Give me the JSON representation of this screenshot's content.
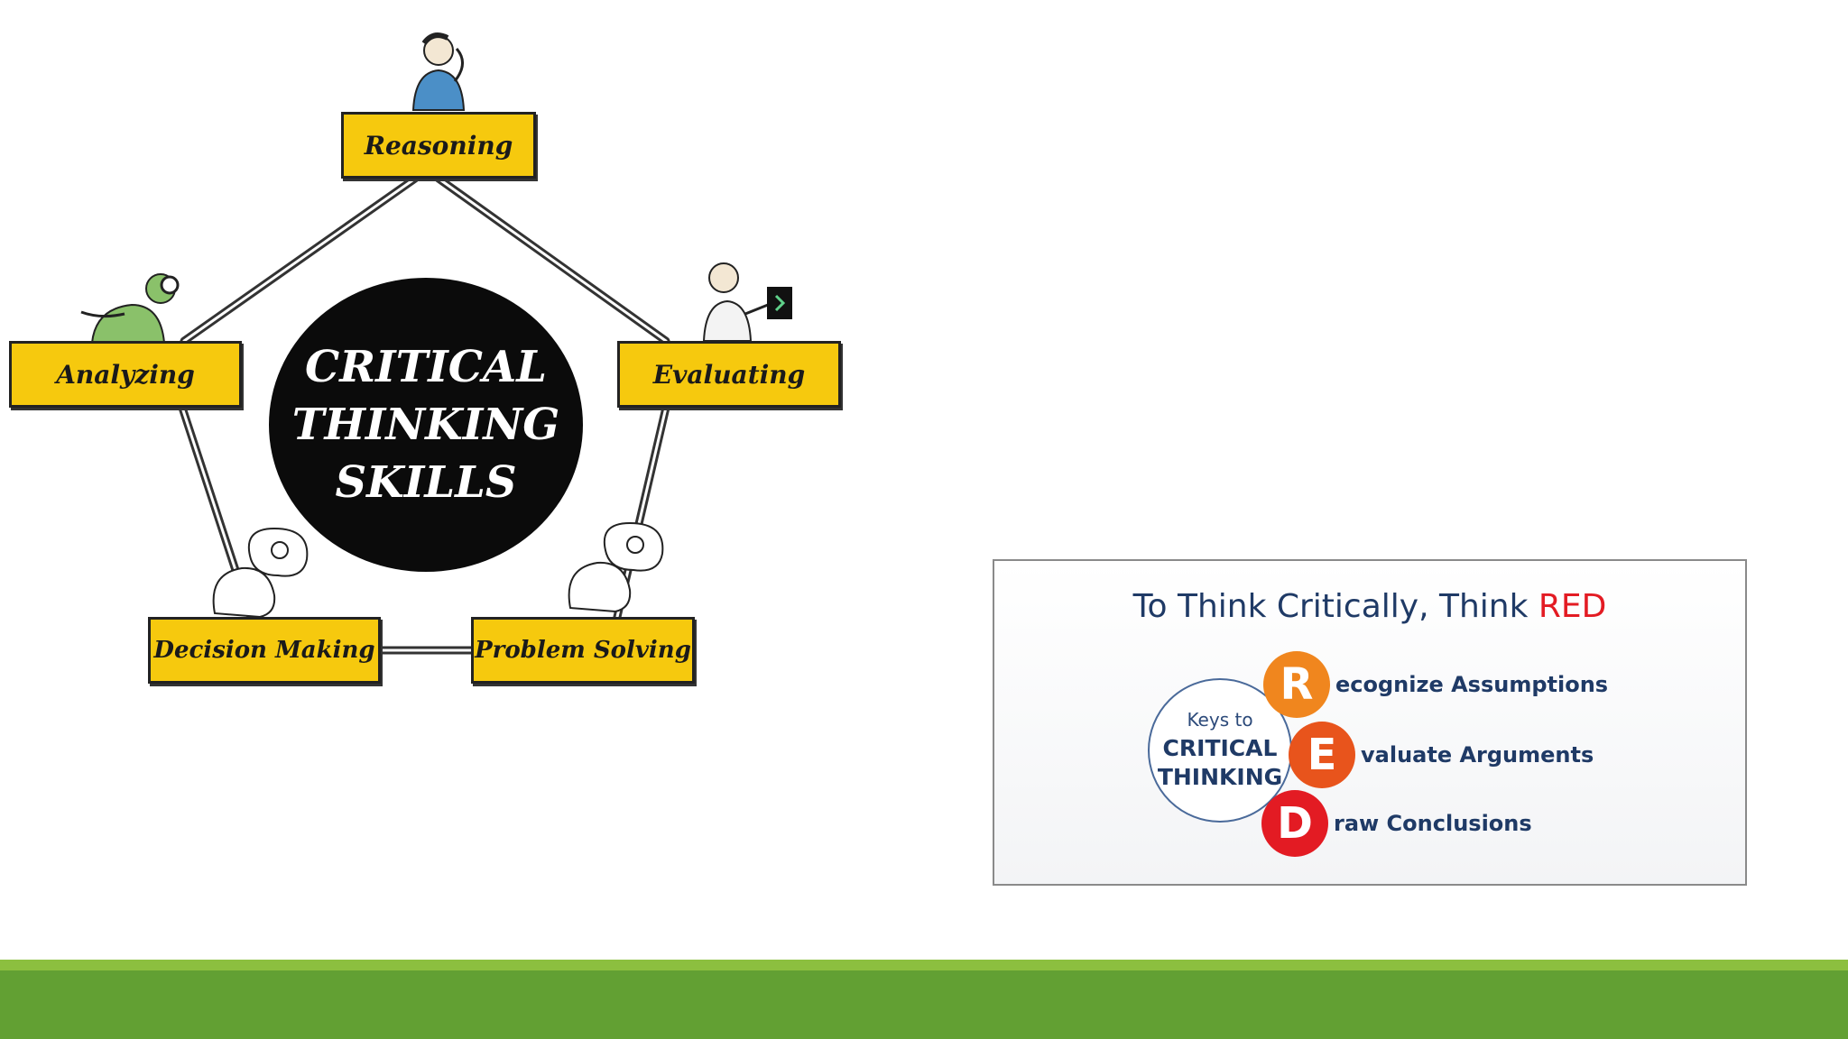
{
  "diagram": {
    "center_lines": [
      "CRITICAL",
      "THINKING",
      "SKILLS"
    ],
    "nodes": {
      "reasoning": "Reasoning",
      "analyzing": "Analyzing",
      "evaluating": "Evaluating",
      "decision_making": "Decision Making",
      "problem_solving": "Problem Solving"
    }
  },
  "red_card": {
    "title_prefix": "To Think Critically, Think ",
    "title_accent": "RED",
    "keys": {
      "small": "Keys to",
      "line1": "CRITICAL",
      "line2": "THINKING"
    },
    "items": [
      {
        "letter": "R",
        "text": "ecognize Assumptions",
        "color": "#f0861e"
      },
      {
        "letter": "E",
        "text": "valuate Arguments",
        "color": "#e8541c"
      },
      {
        "letter": "D",
        "text": "raw Conclusions",
        "color": "#e31b23"
      }
    ]
  },
  "colors": {
    "node_fill": "#f6c90e",
    "footer_light": "#8cbf3f",
    "footer_dark": "#62a033"
  }
}
